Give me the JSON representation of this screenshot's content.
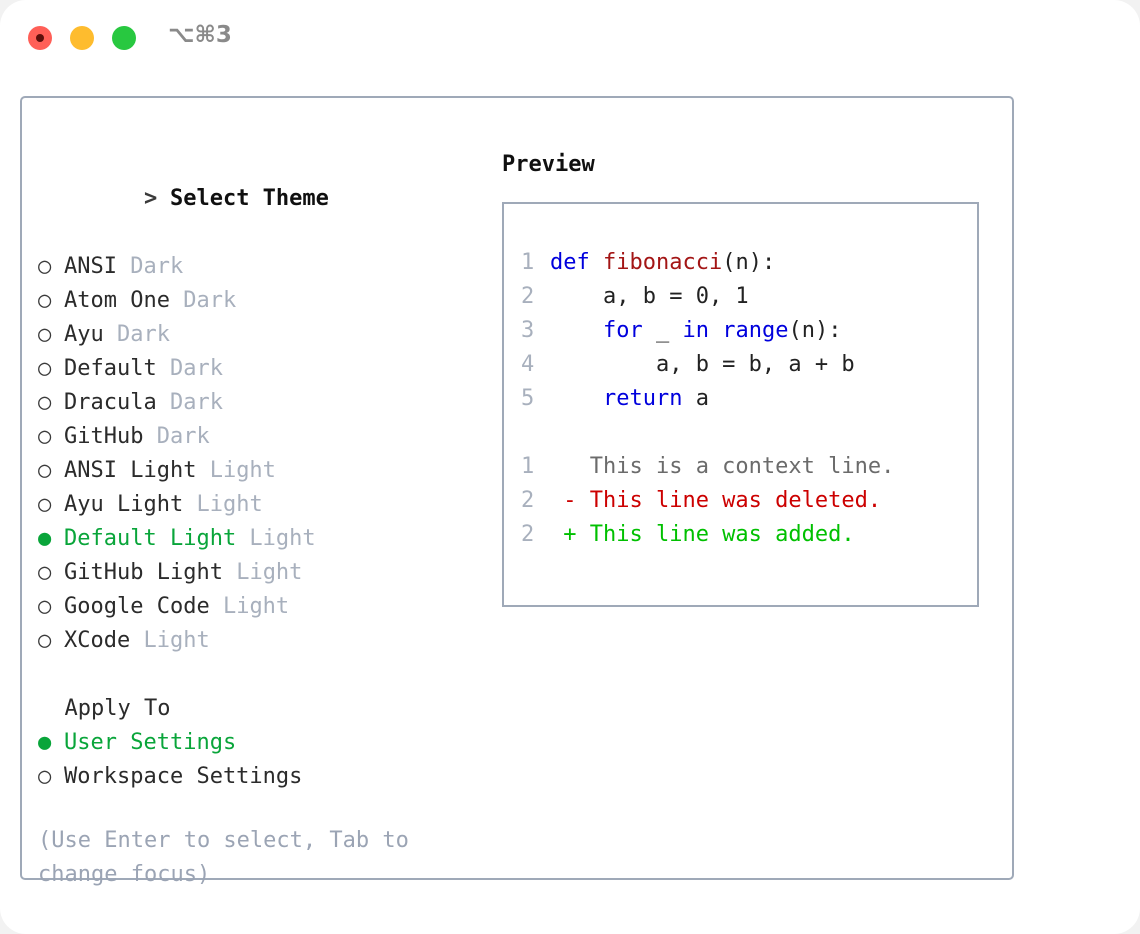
{
  "titlebar": {
    "shortcut": "⌥⌘3",
    "traffic_lights": [
      "close-red",
      "minimize-yellow",
      "maximize-green"
    ]
  },
  "theme_picker": {
    "header_prefix": "> ",
    "header_label": "Select Theme",
    "marker_unselected": "○ ",
    "marker_selected": "● ",
    "items": [
      {
        "name": "ANSI",
        "tag": "Dark",
        "selected": false
      },
      {
        "name": "Atom One",
        "tag": "Dark",
        "selected": false
      },
      {
        "name": "Ayu",
        "tag": "Dark",
        "selected": false
      },
      {
        "name": "Default",
        "tag": "Dark",
        "selected": false
      },
      {
        "name": "Dracula",
        "tag": "Dark",
        "selected": false
      },
      {
        "name": "GitHub",
        "tag": "Dark",
        "selected": false
      },
      {
        "name": "ANSI Light",
        "tag": "Light",
        "selected": false
      },
      {
        "name": "Ayu Light",
        "tag": "Light",
        "selected": false
      },
      {
        "name": "Default Light",
        "tag": "Light",
        "selected": true
      },
      {
        "name": "GitHub Light",
        "tag": "Light",
        "selected": false
      },
      {
        "name": "Google Code",
        "tag": "Light",
        "selected": false
      },
      {
        "name": "XCode",
        "tag": "Light",
        "selected": false
      }
    ]
  },
  "apply_to": {
    "title": "  Apply To",
    "options": [
      {
        "label": "User Settings",
        "selected": true
      },
      {
        "label": "Workspace Settings",
        "selected": false
      }
    ]
  },
  "hint": "(Use Enter to select, Tab to change focus)",
  "preview": {
    "title": "Preview",
    "code_lines": [
      {
        "number": "1",
        "segments": [
          {
            "text": "def ",
            "style": "kw"
          },
          {
            "text": "fibonacci",
            "style": "fn"
          },
          {
            "text": "(n):",
            "style": "plain"
          }
        ]
      },
      {
        "number": "2",
        "segments": [
          {
            "text": "    a, b = 0, 1",
            "style": "plain"
          }
        ]
      },
      {
        "number": "3",
        "segments": [
          {
            "text": "    ",
            "style": "plain"
          },
          {
            "text": "for",
            "style": "kw"
          },
          {
            "text": " _ ",
            "style": "plain"
          },
          {
            "text": "in",
            "style": "kw"
          },
          {
            "text": " ",
            "style": "plain"
          },
          {
            "text": "range",
            "style": "kw"
          },
          {
            "text": "(n):",
            "style": "plain"
          }
        ]
      },
      {
        "number": "4",
        "segments": [
          {
            "text": "        a, b = b, a + b",
            "style": "plain"
          }
        ]
      },
      {
        "number": "5",
        "segments": [
          {
            "text": "    ",
            "style": "plain"
          },
          {
            "text": "return",
            "style": "kw"
          },
          {
            "text": " a",
            "style": "plain"
          }
        ]
      }
    ],
    "diff_lines": [
      {
        "number": "1",
        "text": "   This is a context line.",
        "kind": "context"
      },
      {
        "number": "2",
        "text": " - This line was deleted.",
        "kind": "deleted"
      },
      {
        "number": "2",
        "text": " + This line was added.",
        "kind": "added"
      }
    ]
  },
  "colors": {
    "accent_green": "#09a53a",
    "border": "#9fa9b8",
    "muted": "#a8b0bd",
    "keyword_blue": "#0000dd",
    "function_red": "#a31515",
    "diff_deleted": "#cc0000",
    "diff_added": "#00c000"
  }
}
